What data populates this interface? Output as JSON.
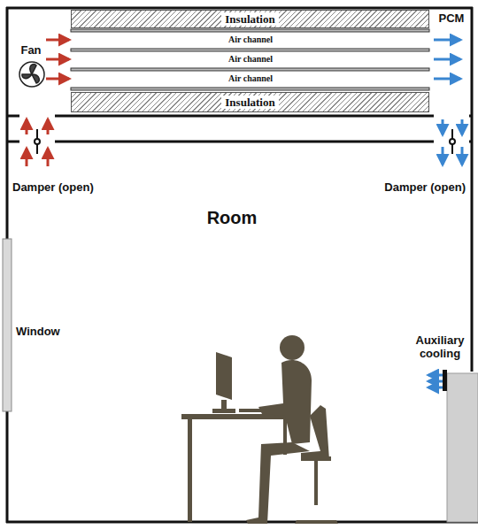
{
  "diagram": {
    "nodes": [
      {
        "text": [
          "Insulation"
        ]
      },
      {
        "text": [
          "Insulation"
        ]
      }
    ],
    "labels": [
      "Air channel",
      "Air channel",
      "Air channel",
      "PCM",
      "Fan",
      "Damper (open)",
      "Damper (open)",
      "Room",
      "Window",
      "Auxiliary cooling"
    ]
  }
}
